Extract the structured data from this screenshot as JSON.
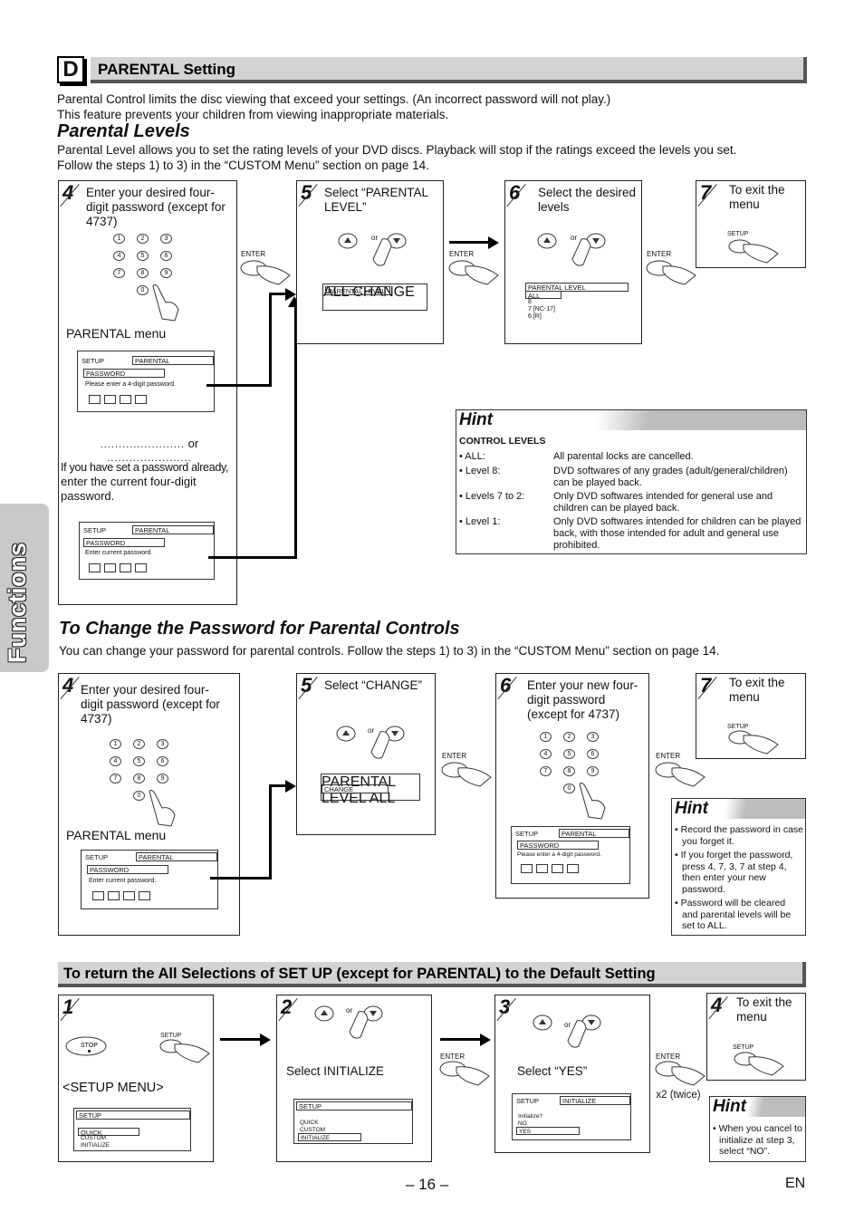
{
  "side_tab": "Functions",
  "section_letter": "D",
  "section_title": "PARENTAL Setting",
  "intro_line1": "Parental Control limits the disc viewing that exceed your settings. (An incorrect password will not play.)",
  "intro_line2": "This feature prevents your children from viewing inappropriate materials.",
  "parental_levels": {
    "heading": "Parental Levels",
    "desc1": "Parental Level allows you to set the rating levels of your DVD discs. Playback will stop if the ratings exceed the levels you set.",
    "desc2": "Follow the steps 1) to 3) in the “CUSTOM Menu” section on page 14.",
    "step4_num": "4",
    "step4_text": "Enter your desired four-digit password (except for 4737)",
    "parental_menu": "PARENTAL menu",
    "or": "or",
    "already_text1": "If you have set a password already,",
    "already_text2": "enter the current four-digit password.",
    "step5_num": "5",
    "step5_text": "Select “PARENTAL LEVEL”",
    "step6_num": "6",
    "step6_text": "Select the desired levels",
    "step7_num": "7",
    "step7_text": "To exit the menu",
    "enter": "ENTER",
    "setup": "SETUP",
    "screen_setup": "SETUP",
    "screen_parental": "PARENTAL",
    "screen_password": "PASSWORD",
    "screen_enter4": "Please enter a 4-digit password.",
    "screen_current": "Enter current password.",
    "screen_level": "PARENTAL LEVEL",
    "screen_all": "ALL",
    "screen_change": "CHANGE",
    "levels": [
      "ALL",
      "8",
      "7 [NC-17]",
      "6 [R]"
    ],
    "keys": [
      "1",
      "2",
      "3",
      "4",
      "5",
      "6",
      "7",
      "8",
      "9",
      "0"
    ]
  },
  "hint1": {
    "title": "Hint",
    "subtitle": "CONTROL LEVELS",
    "rows": [
      {
        "k": "• ALL:",
        "v": "All parental locks are cancelled."
      },
      {
        "k": "• Level 8:",
        "v": "DVD softwares of any grades (adult/general/children) can be played back."
      },
      {
        "k": "• Levels 7 to 2:",
        "v": "Only DVD softwares intended for general use and children can be played back."
      },
      {
        "k": "• Level 1:",
        "v": "Only DVD softwares intended for children can be played back, with those intended for adult and general use prohibited."
      }
    ]
  },
  "change_pw": {
    "heading": "To Change the Password for Parental Controls",
    "desc": "You can change your password for parental controls.  Follow the steps 1) to 3) in the “CUSTOM Menu” section on page 14.",
    "step4_text": "Enter your desired four-digit password (except for 4737)",
    "parental_menu": "PARENTAL menu",
    "step5_text": "Select “CHANGE”",
    "step6_text": "Enter your new four-digit password (except for 4737)",
    "step7_text": "To exit the menu"
  },
  "hint2": {
    "title": "Hint",
    "bullets": [
      "• Record the password in case you forget it.",
      "• If you forget the password, press 4, 7, 3, 7 at step 4, then enter your new password.",
      "• Password will be cleared and parental levels will be set to ALL."
    ]
  },
  "reset": {
    "title": "To return the All Selections of SET UP (except for PARENTAL) to the Default Setting",
    "step1": "1",
    "step2": "2",
    "step3": "3",
    "step4": "4",
    "stop": "STOP",
    "setup_menu": "<SETUP MENU>",
    "select_initialize": "Select INITIALIZE",
    "select_yes": "Select “YES”",
    "exit_text": "To exit the menu",
    "x2": "x2 (twice)",
    "quick": "QUICK",
    "custom": "CUSTOM",
    "initialize": "INITIALIZE",
    "init_q": "Initialize?",
    "no": "NO",
    "yes": "YES"
  },
  "hint3": {
    "title": "Hint",
    "text": "• When you cancel to initialize at step 3, select “NO”."
  },
  "page_number": "– 16 –",
  "lang": "EN"
}
